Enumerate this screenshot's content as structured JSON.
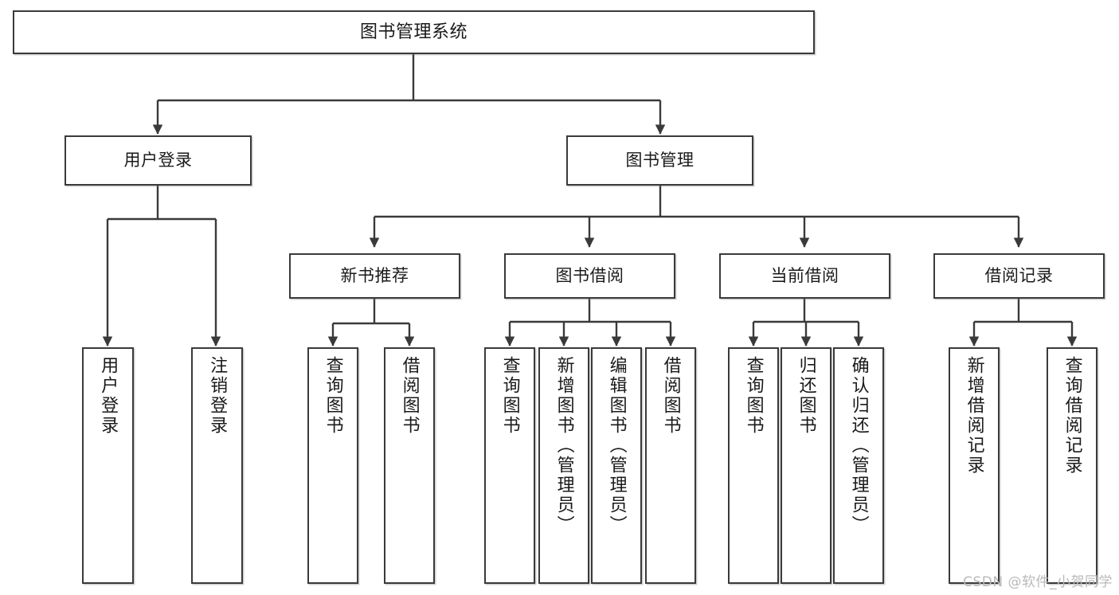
{
  "diagram": {
    "title": "图书管理系统",
    "type": "tree-hierarchy-chart",
    "watermark": "CSDN @软件_小贺同学",
    "colors": {
      "stroke": "#3a3a3a",
      "fill": "#ffffff",
      "text": "#1a1a1a",
      "watermark": "#b9b9b9"
    },
    "nodes": {
      "root": {
        "label": "图书管理系统"
      },
      "level2": [
        {
          "id": "user-login",
          "label": "用户登录"
        },
        {
          "id": "book-manage",
          "label": "图书管理"
        }
      ],
      "level3": [
        {
          "id": "new-book-recommend",
          "label": "新书推荐"
        },
        {
          "id": "book-borrow",
          "label": "图书借阅"
        },
        {
          "id": "current-borrow",
          "label": "当前借阅"
        },
        {
          "id": "borrow-record",
          "label": "借阅记录"
        }
      ],
      "leaves": {
        "user_login": [
          {
            "id": "leaf-user-login",
            "label": "用户登录"
          },
          {
            "id": "leaf-logout",
            "label": "注销登录"
          }
        ],
        "new_book_recommend": [
          {
            "id": "leaf-query-book-1",
            "label": "查询图书"
          },
          {
            "id": "leaf-borrow-book-1",
            "label": "借阅图书"
          }
        ],
        "book_borrow": [
          {
            "id": "leaf-query-book-2",
            "label": "查询图书"
          },
          {
            "id": "leaf-add-book",
            "label": "新增图书（管理员）"
          },
          {
            "id": "leaf-edit-book",
            "label": "编辑图书（管理员）"
          },
          {
            "id": "leaf-borrow-book-2",
            "label": "借阅图书"
          }
        ],
        "current_borrow": [
          {
            "id": "leaf-query-book-3",
            "label": "查询图书"
          },
          {
            "id": "leaf-return-book",
            "label": "归还图书"
          },
          {
            "id": "leaf-confirm-return",
            "label": "确认归还（管理员）"
          }
        ],
        "borrow_record": [
          {
            "id": "leaf-add-record",
            "label": "新增借阅记录"
          },
          {
            "id": "leaf-query-record",
            "label": "查询借阅记录"
          }
        ]
      }
    }
  }
}
